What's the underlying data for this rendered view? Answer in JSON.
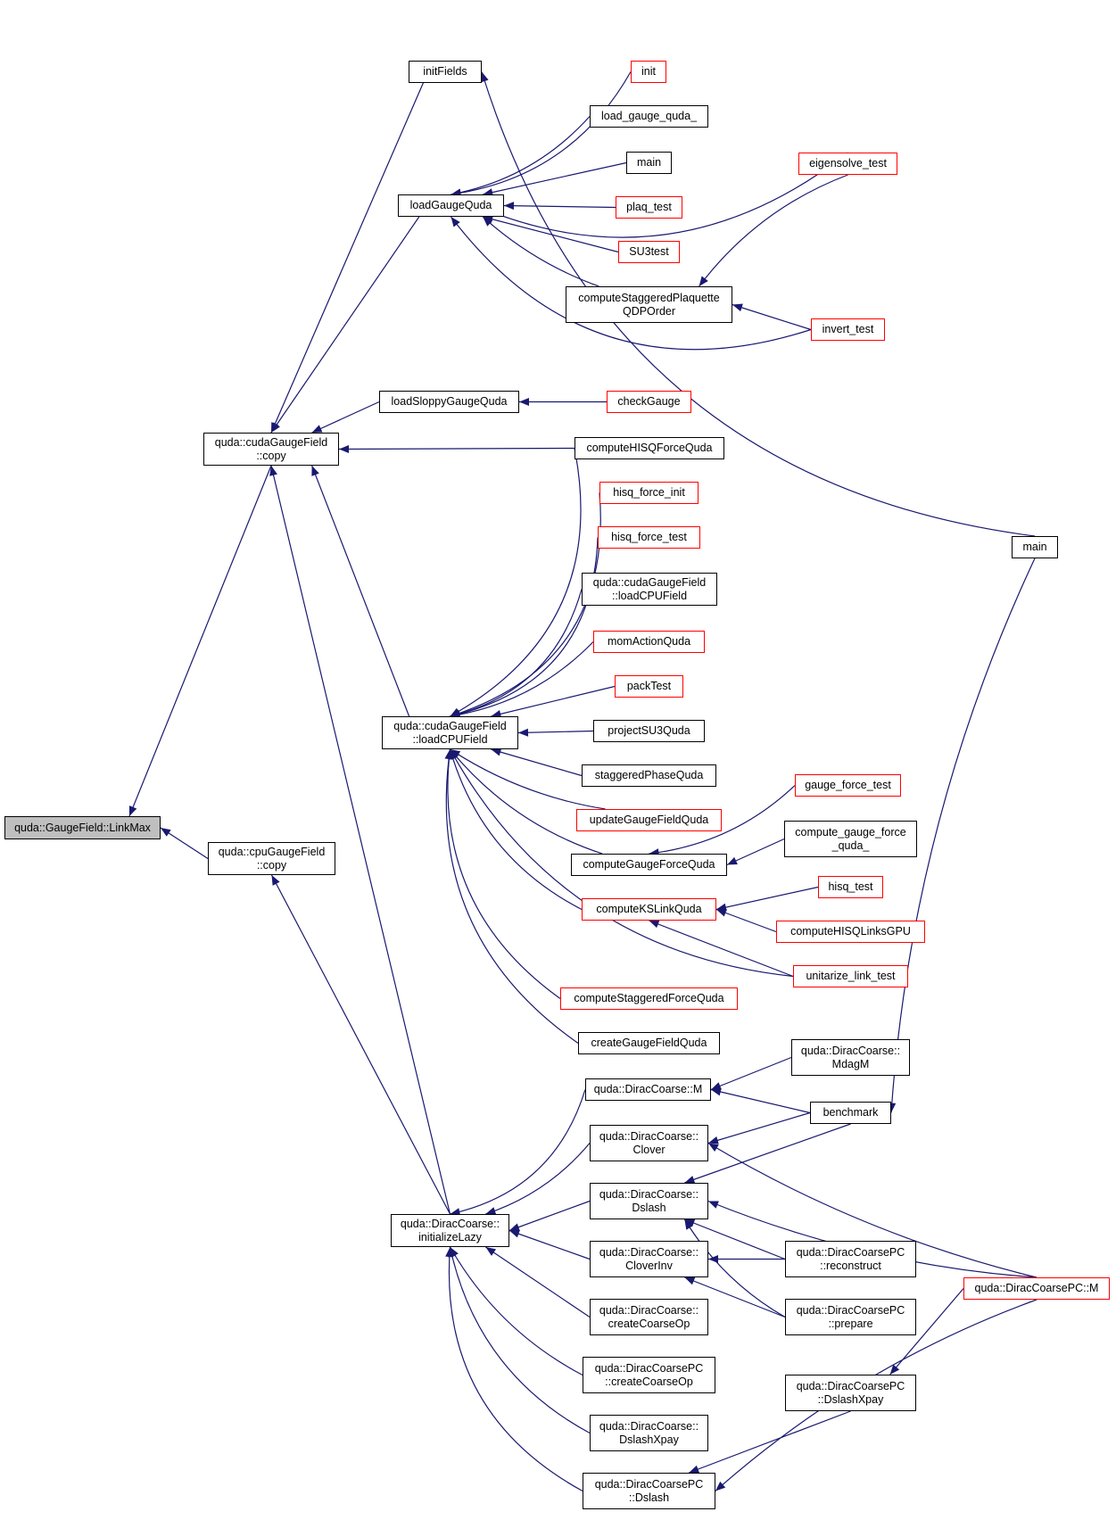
{
  "colors": {
    "edge": "#191970",
    "node_border": "#000000",
    "external_border": "#ff0000",
    "root_fill": "#bfbfbf"
  },
  "nodes": [
    {
      "id": "root",
      "lines": [
        "quda::GaugeField::LinkMax"
      ],
      "style": "root"
    },
    {
      "id": "cudacopy",
      "lines": [
        "quda::cudaGaugeField",
        "::copy"
      ]
    },
    {
      "id": "cpucopy",
      "lines": [
        "quda::cpuGaugeField",
        "::copy"
      ]
    },
    {
      "id": "initFields",
      "lines": [
        "initFields"
      ]
    },
    {
      "id": "loadGaugeQuda",
      "lines": [
        "loadGaugeQuda"
      ]
    },
    {
      "id": "loadSloppy",
      "lines": [
        "loadSloppyGaugeQuda"
      ]
    },
    {
      "id": "loadCPU",
      "lines": [
        "quda::cudaGaugeField",
        "::loadCPUField"
      ]
    },
    {
      "id": "initLazy",
      "lines": [
        "quda::DiracCoarse::",
        "initializeLazy"
      ]
    },
    {
      "id": "init",
      "lines": [
        "init"
      ],
      "style": "red"
    },
    {
      "id": "load_gauge_quda_",
      "lines": [
        "load_gauge_quda_"
      ]
    },
    {
      "id": "main1",
      "lines": [
        "main"
      ]
    },
    {
      "id": "plaq_test",
      "lines": [
        "plaq_test"
      ],
      "style": "red"
    },
    {
      "id": "SU3test",
      "lines": [
        "SU3test"
      ],
      "style": "red"
    },
    {
      "id": "csp",
      "lines": [
        "computeStaggeredPlaquette",
        "QDPOrder"
      ]
    },
    {
      "id": "checkGauge",
      "lines": [
        "checkGauge"
      ],
      "style": "red"
    },
    {
      "id": "hisqforce",
      "lines": [
        "computeHISQForceQuda"
      ]
    },
    {
      "id": "hisq_force_init",
      "lines": [
        "hisq_force_init"
      ],
      "style": "red"
    },
    {
      "id": "hisq_force_test",
      "lines": [
        "hisq_force_test"
      ],
      "style": "red"
    },
    {
      "id": "loadCPU2",
      "lines": [
        "quda::cudaGaugeField",
        "::loadCPUField"
      ]
    },
    {
      "id": "momAction",
      "lines": [
        "momActionQuda"
      ],
      "style": "red"
    },
    {
      "id": "packTest",
      "lines": [
        "packTest"
      ],
      "style": "red"
    },
    {
      "id": "projectSU3",
      "lines": [
        "projectSU3Quda"
      ]
    },
    {
      "id": "staggeredPhase",
      "lines": [
        "staggeredPhaseQuda"
      ]
    },
    {
      "id": "updateGauge",
      "lines": [
        "updateGaugeFieldQuda"
      ],
      "style": "red"
    },
    {
      "id": "gaugeForce",
      "lines": [
        "computeGaugeForceQuda"
      ]
    },
    {
      "id": "ksLink",
      "lines": [
        "computeKSLinkQuda"
      ],
      "style": "red"
    },
    {
      "id": "stagForce",
      "lines": [
        "computeStaggeredForceQuda"
      ],
      "style": "red"
    },
    {
      "id": "createGauge",
      "lines": [
        "createGaugeFieldQuda"
      ]
    },
    {
      "id": "dcM",
      "lines": [
        "quda::DiracCoarse::M"
      ]
    },
    {
      "id": "dcClover",
      "lines": [
        "quda::DiracCoarse::",
        "Clover"
      ]
    },
    {
      "id": "dcDslash",
      "lines": [
        "quda::DiracCoarse::",
        "Dslash"
      ]
    },
    {
      "id": "dcCloverInv",
      "lines": [
        "quda::DiracCoarse::",
        "CloverInv"
      ]
    },
    {
      "id": "dcCreate",
      "lines": [
        "quda::DiracCoarse::",
        "createCoarseOp"
      ]
    },
    {
      "id": "dcpcCreate",
      "lines": [
        "quda::DiracCoarsePC",
        "::createCoarseOp"
      ]
    },
    {
      "id": "dcDslashXpay",
      "lines": [
        "quda::DiracCoarse::",
        "DslashXpay"
      ]
    },
    {
      "id": "dcpcDslash",
      "lines": [
        "quda::DiracCoarsePC",
        "::Dslash"
      ]
    },
    {
      "id": "eigensolve",
      "lines": [
        "eigensolve_test"
      ],
      "style": "red"
    },
    {
      "id": "invert",
      "lines": [
        "invert_test"
      ],
      "style": "red"
    },
    {
      "id": "gauge_force_test",
      "lines": [
        "gauge_force_test"
      ],
      "style": "red"
    },
    {
      "id": "compute_gauge_force",
      "lines": [
        "compute_gauge_force",
        "_quda_"
      ]
    },
    {
      "id": "hisq_test",
      "lines": [
        "hisq_test"
      ],
      "style": "red"
    },
    {
      "id": "hisqLinksGPU",
      "lines": [
        "computeHISQLinksGPU"
      ],
      "style": "red"
    },
    {
      "id": "unitarize",
      "lines": [
        "unitarize_link_test"
      ],
      "style": "red"
    },
    {
      "id": "mdagm",
      "lines": [
        "quda::DiracCoarse::",
        "MdagM"
      ]
    },
    {
      "id": "benchmark",
      "lines": [
        "benchmark"
      ]
    },
    {
      "id": "reconstruct",
      "lines": [
        "quda::DiracCoarsePC",
        "::reconstruct"
      ]
    },
    {
      "id": "prepare",
      "lines": [
        "quda::DiracCoarsePC",
        "::prepare"
      ]
    },
    {
      "id": "dcpcDslashXpay",
      "lines": [
        "quda::DiracCoarsePC",
        "::DslashXpay"
      ]
    },
    {
      "id": "main2",
      "lines": [
        "main"
      ]
    },
    {
      "id": "dcpcM",
      "lines": [
        "quda::DiracCoarsePC::M"
      ],
      "style": "red"
    }
  ]
}
